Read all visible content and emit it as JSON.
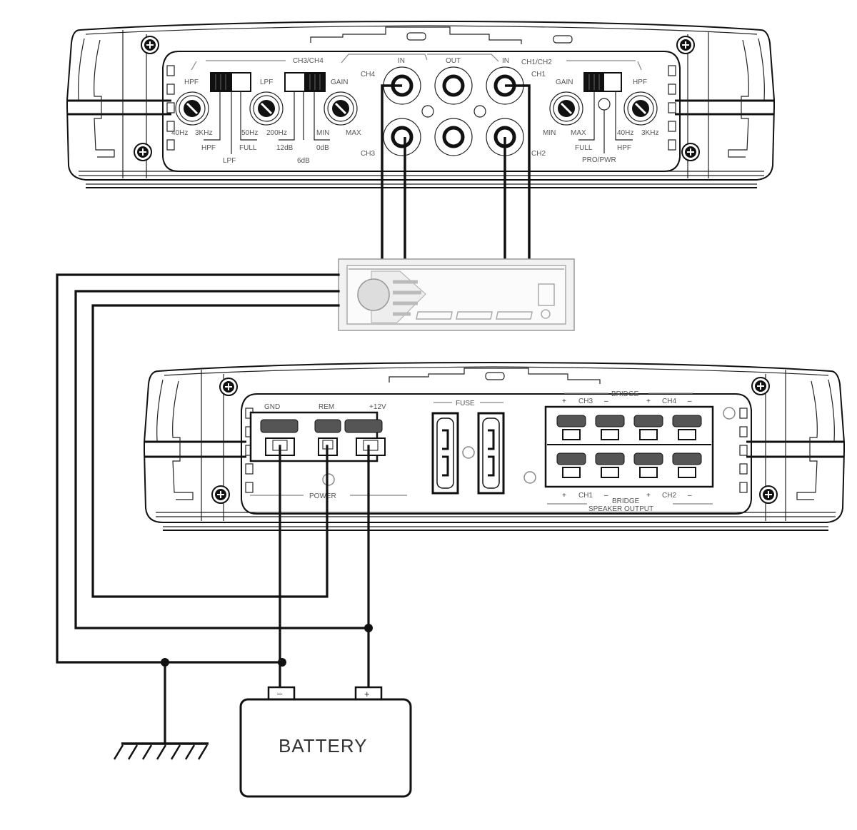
{
  "title": "4-channel amplifier wiring diagram",
  "top_amp": {
    "group_left": "CH3/CH4",
    "group_right": "CH1/CH2",
    "rca_in_left": "IN",
    "rca_out": "OUT",
    "rca_in_right": "IN",
    "ch4": "CH4",
    "ch3": "CH3",
    "ch1": "CH1",
    "ch2": "CH2",
    "left": {
      "hpf_label": "HPF",
      "hpf_min": "40Hz",
      "hpf_max": "3KHz",
      "switch1_a": "HPF",
      "switch1_b": "LPF",
      "switch1_c": "FULL",
      "lpf_label": "LPF",
      "lpf_min": "50Hz",
      "lpf_max": "200Hz",
      "switch2_a": "12dB",
      "switch2_b": "6dB",
      "switch2_c": "0dB",
      "gain_label": "GAIN",
      "gain_min": "MIN",
      "gain_max": "MAX"
    },
    "right": {
      "gain_label": "GAIN",
      "gain_min": "MIN",
      "gain_max": "MAX",
      "switch_a": "FULL",
      "switch_b": "HPF",
      "led_label": "PRO/PWR",
      "hpf_label": "HPF",
      "hpf_min": "40Hz",
      "hpf_max": "3KHz"
    }
  },
  "bottom_amp": {
    "gnd": "GND",
    "rem": "REM",
    "plus12v": "+12V",
    "power": "POWER",
    "fuse": "FUSE",
    "bridge_top": "BRIDGE",
    "bridge_bottom": "BRIDGE",
    "speaker_output": "SPEAKER OUTPUT",
    "ch3": "CH3",
    "ch4": "CH4",
    "ch1": "CH1",
    "ch2": "CH2",
    "plus": "+",
    "minus": "–"
  },
  "battery": {
    "label": "BATTERY",
    "neg": "–",
    "pos": "+"
  },
  "colors": {
    "line": "#111111",
    "label": "#555555",
    "headunit_fill": "#f2f2f2"
  }
}
